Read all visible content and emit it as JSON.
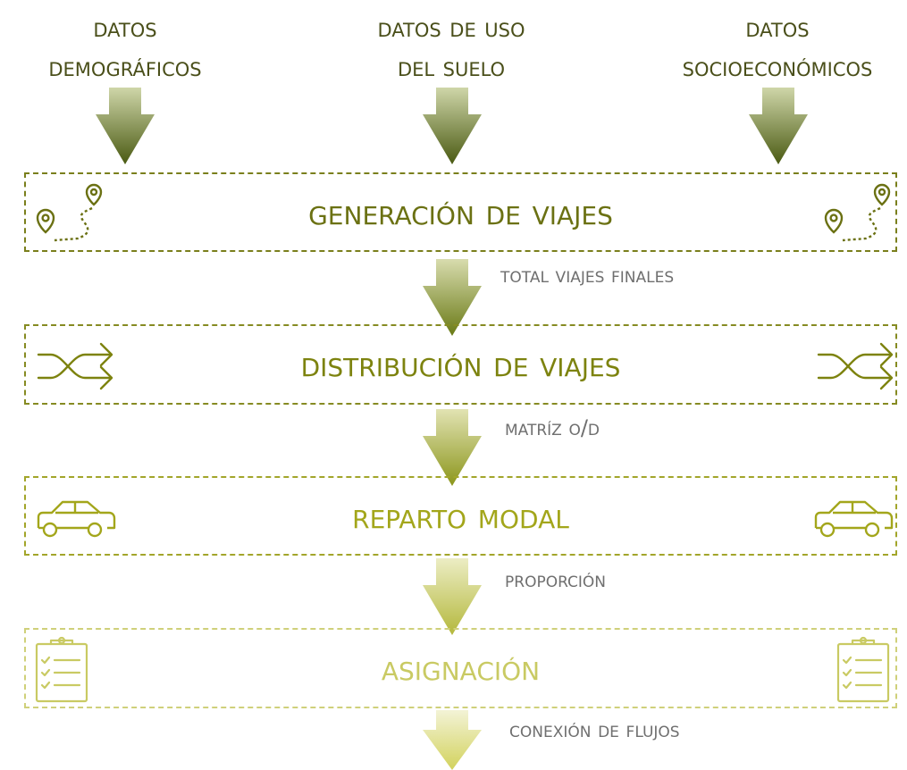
{
  "inputs": {
    "demographic": [
      "Datos",
      "demográficos"
    ],
    "land_use": [
      "Datos de uso",
      "del suelo"
    ],
    "socioeconomic": [
      "Datos",
      "socioeconómicos"
    ]
  },
  "stages": [
    {
      "title": "Generación de viajes",
      "icon": "map-pin-route-icon",
      "color": "#6b7113"
    },
    {
      "title": "Distribución de viajes",
      "icon": "shuffle-arrows-icon",
      "color": "#7d830f"
    },
    {
      "title": "Reparto modal",
      "icon": "car-icon",
      "color": "#a3a61b"
    },
    {
      "title": "Asignación",
      "icon": "clipboard-checklist-icon",
      "color": "#c9ca63"
    }
  ],
  "flows": [
    {
      "label": "Total viajes finales"
    },
    {
      "label": "Matríz O/D"
    },
    {
      "label": "Proporción"
    },
    {
      "label": "Conexión de flujos"
    }
  ]
}
